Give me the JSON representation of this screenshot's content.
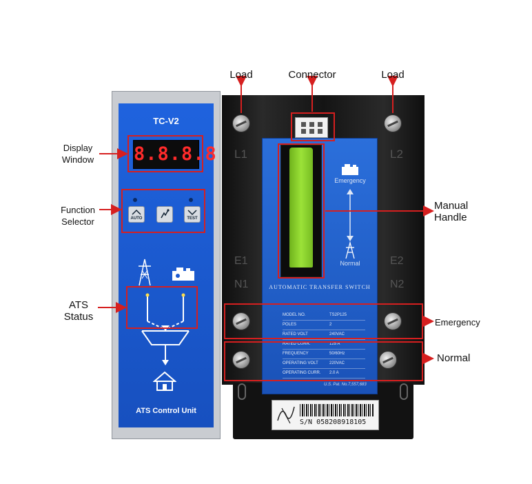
{
  "callouts": {
    "load_left": "Load",
    "connector": "Connector",
    "load_right": "Load",
    "display_window": [
      "Display",
      "Window"
    ],
    "function_selector": [
      "Function",
      "Selector"
    ],
    "manual_handle": [
      "Manual",
      "Handle"
    ],
    "ats_status": [
      "ATS",
      "Status"
    ],
    "emergency": "Emergency",
    "normal": "Normal"
  },
  "control_unit": {
    "model": "TC-V2",
    "display_digits": "8.8.8.8",
    "buttons": [
      {
        "label": "AUTO",
        "icon": "chevron-up-icon"
      },
      {
        "label": "",
        "icon": "hand-switch-icon"
      },
      {
        "label": "TEST",
        "icon": "chevron-down-icon"
      }
    ],
    "footer": "ATS Control Unit"
  },
  "switch_body": {
    "terminal_labels": {
      "l1": "L1",
      "l2": "L2",
      "e1": "E1",
      "n1": "N1",
      "e2": "E2",
      "n2": "N2"
    },
    "source_labels": {
      "emergency": "Emergency",
      "normal": "Normal"
    },
    "title": "AUTOMATIC TRANSFER SWITCH",
    "spec_table": [
      {
        "key": "MODEL NO.",
        "value": "TS2P125"
      },
      {
        "key": "POLES",
        "value": "2"
      },
      {
        "key": "RATED VOLT",
        "value": "240VAC"
      },
      {
        "key": "RATED CURR.",
        "value": "125 A"
      },
      {
        "key": "FREQUENCY",
        "value": "50/60Hz"
      },
      {
        "key": "OPERATING VOLT",
        "value": "220VAC"
      },
      {
        "key": "OPERATING CURR.",
        "value": "2.0 A"
      }
    ],
    "patent": "U.S. Pat. No.7,557,683",
    "serial": "S/N 058208918105"
  },
  "colors": {
    "callout_red": "#d61f1f",
    "panel_blue": "#1d5bd1",
    "handle_green": "#8fd42a",
    "body_black": "#1a1a1a"
  }
}
